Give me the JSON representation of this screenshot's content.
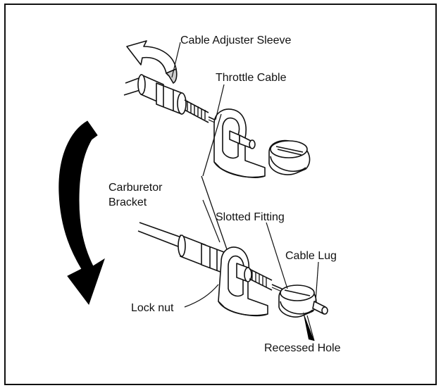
{
  "labels": {
    "cable_adjuster_sleeve": "Cable Adjuster Sleeve",
    "throttle_cable": "Throttle Cable",
    "carburetor_bracket_line1": "Carburetor",
    "carburetor_bracket_line2": "Bracket",
    "slotted_fitting": "Slotted Fitting",
    "cable_lug": "Cable Lug",
    "lock_nut": "Lock nut",
    "recessed_hole": "Recessed Hole"
  },
  "colors": {
    "ink": "#111111",
    "arrow_fill": "#000000",
    "rotate_arrow_fill": "#cfcfcf",
    "paper": "#ffffff"
  }
}
